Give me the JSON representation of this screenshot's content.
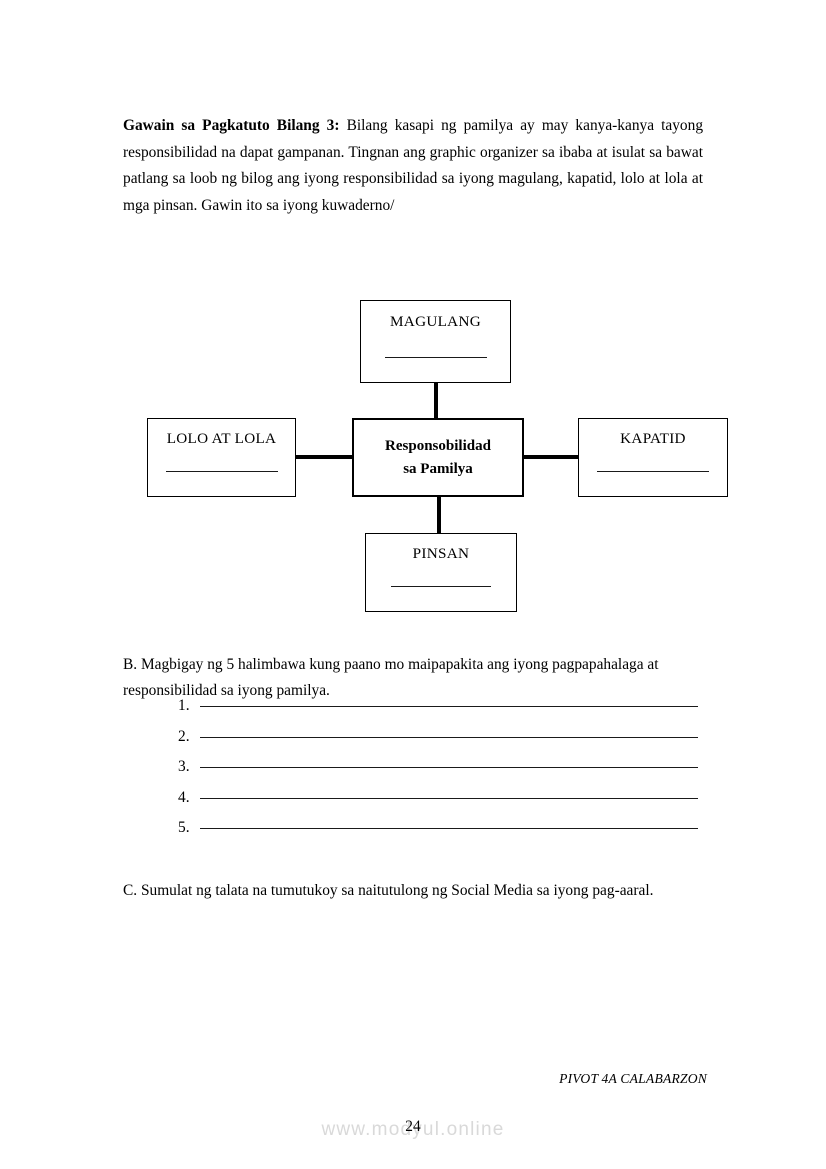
{
  "intro": {
    "lead_label": "Gawain sa Pagkatuto Bilang 3:",
    "body": " Bilang kasapi ng pamilya ay may kanya-kanya tayong responsibilidad na dapat gampanan. Tingnan ang graphic organizer sa ibaba at isulat sa bawat patlang sa loob ng bilog ang iyong responsibilidad sa iyong magulang, kapatid, lolo at lola at mga pinsan. Gawin ito sa iyong kuwaderno/"
  },
  "organizer": {
    "center": {
      "line1": "Responsobilidad",
      "line2": "sa Pamilya"
    },
    "nodes": [
      {
        "id": "magulang",
        "label": "MAGULANG"
      },
      {
        "id": "lolo-at-lola",
        "label": "LOLO AT LOLA"
      },
      {
        "id": "kapatid",
        "label": "KAPATID"
      },
      {
        "id": "pinsan",
        "label": "PINSAN"
      }
    ]
  },
  "section_b": {
    "text": "B. Magbigay ng 5 halimbawa kung paano mo maipapakita ang iyong pagpapahalaga at responsibilidad sa iyong pamilya.",
    "items": [
      {
        "number": "1.",
        "value": ""
      },
      {
        "number": "2.",
        "value": ""
      },
      {
        "number": "3.",
        "value": ""
      },
      {
        "number": "4.",
        "value": ""
      },
      {
        "number": "5.",
        "value": ""
      }
    ]
  },
  "section_c": {
    "text": "C. Sumulat ng talata na tumutukoy sa naitutulong ng Social Media sa iyong pag-aaral."
  },
  "footer": {
    "note": "PIVOT 4A CALABARZON",
    "page_number": "24",
    "watermark": "www.modyul.online"
  },
  "colors": {
    "ink": "#000000",
    "rule": "#1a1a1a",
    "watermark": "#d9d9d9"
  }
}
